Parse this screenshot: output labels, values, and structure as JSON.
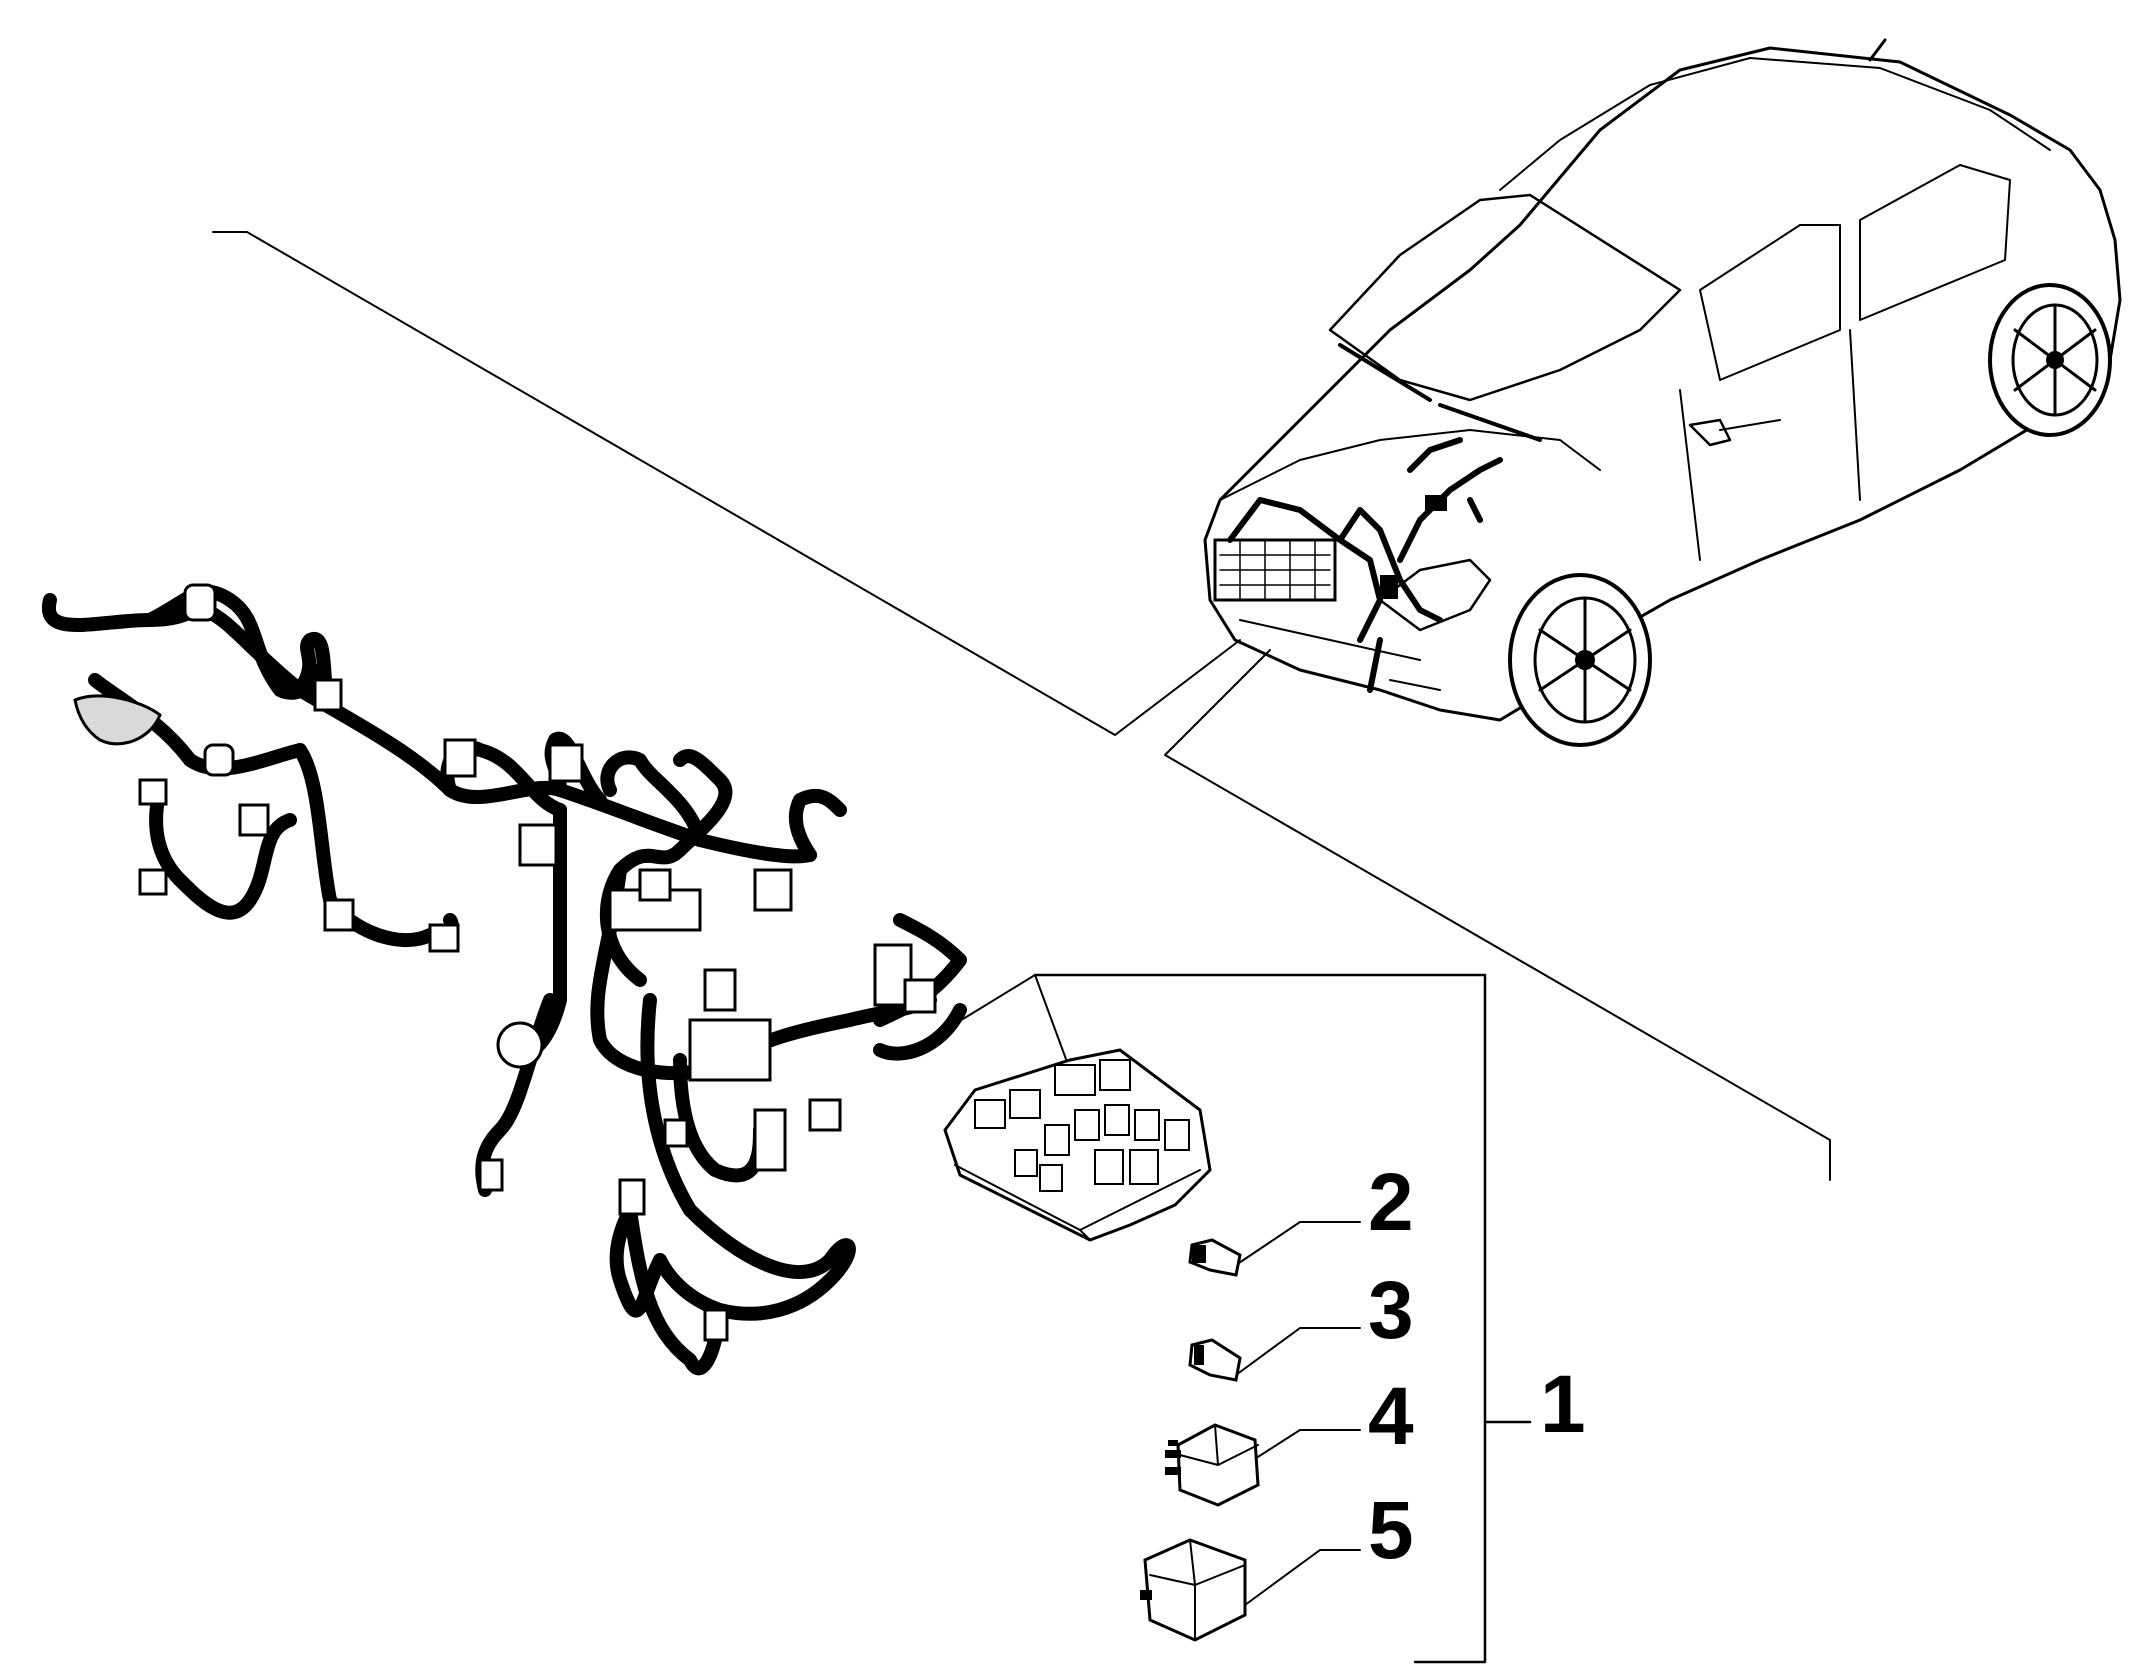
{
  "callouts": {
    "assembly": "1",
    "item2": "2",
    "item3": "3",
    "item4": "4",
    "item5": "5"
  },
  "colors": {
    "ink": "#000000",
    "paper": "#ffffff",
    "shade": "#d9d9d9"
  }
}
